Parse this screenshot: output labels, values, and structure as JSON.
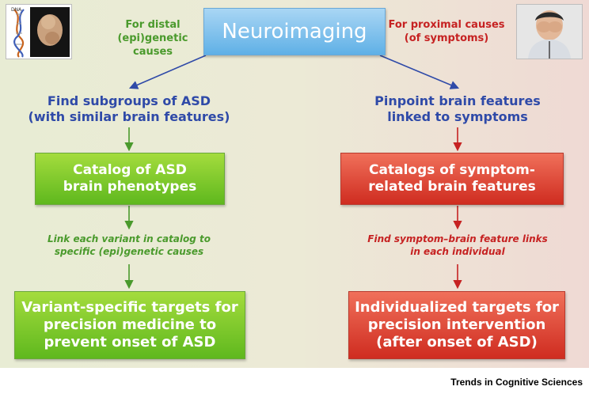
{
  "diagram": {
    "root_label": "Neuroimaging",
    "left_note": [
      "For distal",
      "(epi)genetic causes"
    ],
    "right_note": [
      "For proximal causes",
      "(of symptoms)"
    ],
    "left_branch": {
      "heading": [
        "Find subgroups of ASD",
        "(with similar brain features)"
      ],
      "box1": [
        "Catalog of ASD",
        "brain phenotypes"
      ],
      "link_note": [
        "Link each variant in catalog to",
        "specific (epi)genetic causes"
      ],
      "box2": [
        "Variant-specific targets for",
        "precision medicine to",
        "prevent onset of ASD"
      ]
    },
    "right_branch": {
      "heading": [
        "Pinpoint brain features",
        "linked to symptoms"
      ],
      "box1": [
        "Catalogs of symptom-",
        "related brain features"
      ],
      "link_note": [
        "Find symptom–brain feature links",
        "in each individual"
      ],
      "box2": [
        "Individualized targets for",
        "precision intervention",
        "(after onset of ASD)"
      ]
    },
    "dna_label": "DNA",
    "source_label": "Trends in Cognitive Sciences"
  },
  "colors": {
    "blue": "#2f4aa8",
    "green": "#4a9a2c",
    "red": "#c62222",
    "root_box": "#5fb0e6",
    "green_box": "#5fb81e",
    "red_box": "#cf2c20"
  },
  "icons": {
    "left_image": "dna-fetus-image",
    "right_image": "child-covering-eyes-image"
  }
}
